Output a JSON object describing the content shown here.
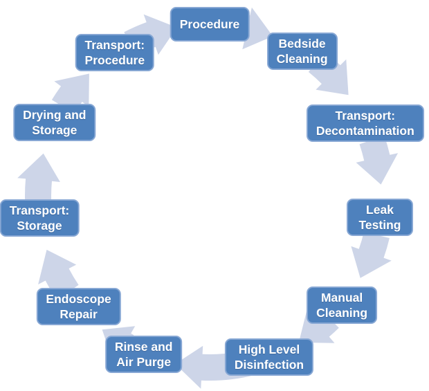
{
  "diagram": {
    "type": "cycle",
    "direction": "clockwise",
    "background": "#FFFFFF",
    "colors": {
      "node_fill": "#4E81BD",
      "node_border": "#87A7D4",
      "node_text": "#FFFFFF",
      "arrow_band": "#CDD5E8"
    },
    "nodes": [
      {
        "label": "Procedure"
      },
      {
        "label": "Bedside\nCleaning"
      },
      {
        "label": "Transport:\nDecontamination"
      },
      {
        "label": "Leak\nTesting"
      },
      {
        "label": "Manual\nCleaning"
      },
      {
        "label": "High Level\nDisinfection"
      },
      {
        "label": "Rinse and\nAir Purge"
      },
      {
        "label": "Endoscope\nRepair"
      },
      {
        "label": "Transport:\nStorage"
      },
      {
        "label": "Drying and\nStorage"
      },
      {
        "label": "Transport:\nProcedure"
      }
    ]
  }
}
